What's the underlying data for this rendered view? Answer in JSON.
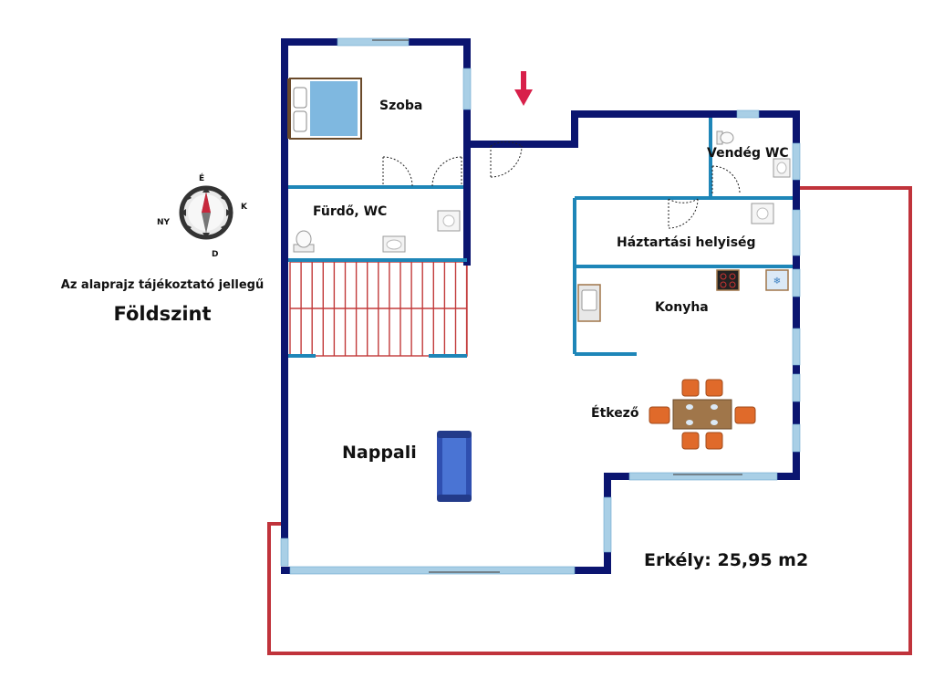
{
  "plan": {
    "note": "Az alaprajz tájékoztató jellegű",
    "floor_name": "Földszint",
    "balcony_label": "Erkély: 25,95 m2"
  },
  "rooms": {
    "szoba": "Szoba",
    "furdo": "Fürdő, WC",
    "vendeg_wc": "Vendég WC",
    "haztartasi": "Háztartási helyiség",
    "konyha": "Konyha",
    "etkezo": "Étkező",
    "nappali": "Nappali"
  },
  "compass": {
    "north": "É",
    "east": "K",
    "south": "D",
    "west": "NY"
  },
  "colors": {
    "outer_wall": "#0b1570",
    "inner_wall": "#1e86b8",
    "window": "#a9cfe6",
    "stairs": "#c23a3a",
    "balcony_outline": "#c0333b",
    "entry_arrow": "#d8204a",
    "bed": "#7fb8e0",
    "sofa": "#2f4fb0",
    "chair": "#e06a2a",
    "table": "#a0764a"
  }
}
